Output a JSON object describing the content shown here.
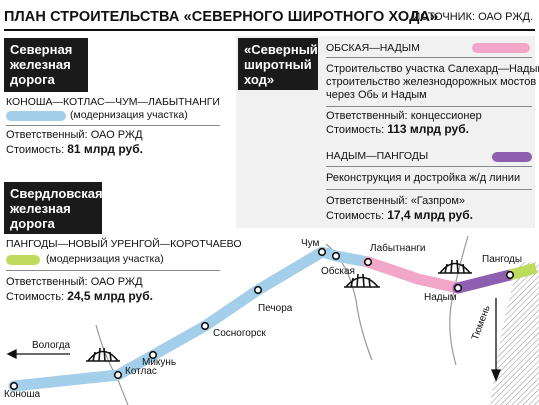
{
  "header": {
    "title": "ПЛАН СТРОИТЕЛЬСТВА «СЕВЕРНОГО ШИРОТНОГО ХОДА»",
    "source": "ИСТОЧНИК: ОАО РЖД."
  },
  "northern_railway": {
    "heading": [
      "Северная",
      "железная",
      "дорога"
    ],
    "route": "КОНОША—КОТЛАС—ЧУМ—ЛАБЫТНАНГИ",
    "route_note": "(модернизация участка)",
    "responsible_label": "Ответственный:",
    "responsible": "ОАО РЖД",
    "cost_label": "Стоимость:",
    "cost": "81 млрд руб."
  },
  "sverdlovsk_railway": {
    "heading": [
      "Свердловская",
      "железная",
      "дорога"
    ],
    "route": "ПАНГОДЫ—НОВЫЙ УРЕНГОЙ—КОРОТЧАЕВО",
    "route_note": "(модернизация участка)",
    "responsible_label": "Ответственный:",
    "responsible": "ОАО РЖД",
    "cost_label": "Стоимость:",
    "cost": "24,5 млрд руб."
  },
  "northern_latitudinal": {
    "heading": [
      "«Северный",
      "широтный",
      "ход»"
    ],
    "section1": {
      "route": "ОБСКАЯ—НАДЫМ",
      "description": [
        "Строительство участка Салехард—Надым,",
        "строительство железнодорожных мостов",
        "через Обь и Надым"
      ],
      "responsible_label": "Ответственный:",
      "responsible": "концессионер",
      "cost_label": "Стоимость:",
      "cost": "113 млрд руб."
    },
    "section2": {
      "route": "НАДЫМ—ПАНГОДЫ",
      "description": "Реконструкция и достройка ж/д линии",
      "responsible_label": "Ответственный:",
      "responsible": "«Газпром»",
      "cost_label": "Стоимость:",
      "cost": "17,4 млрд руб."
    }
  },
  "map": {
    "stations": {
      "konosha": "Коноша",
      "kotlas": "Котлас",
      "mikun": "Микунь",
      "sosnogorsk": "Сосногорск",
      "pechora": "Печора",
      "chum": "Чум",
      "obskaya": "Обская",
      "labytnangi": "Лабытнанги",
      "nadym": "Надым",
      "pangody": "Пангоды"
    },
    "directions": {
      "vologda": "Вологда",
      "tyumen": "Тюмень"
    }
  },
  "colors": {
    "blue": "#a3cfea",
    "pink": "#f3a7c8",
    "purple": "#8e5fb0",
    "green": "#bfdb5e",
    "dark": "#1a1a1a"
  }
}
